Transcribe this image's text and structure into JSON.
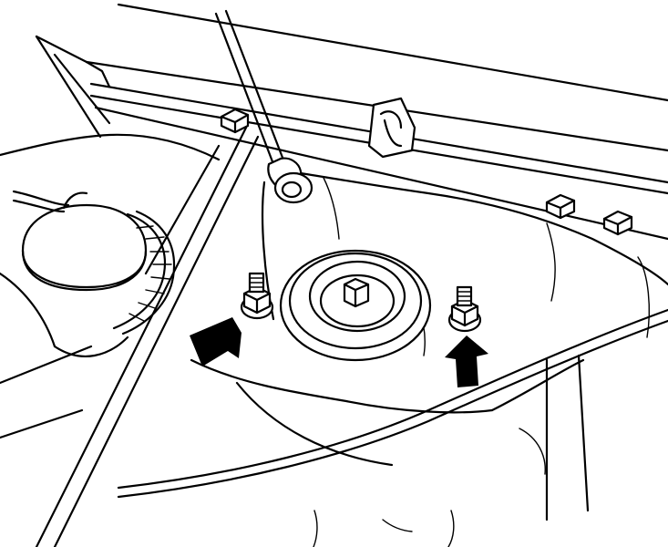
{
  "figure": {
    "style": "black-and-white line drawing",
    "colors": {
      "ink": "#000000",
      "paper": "#ffffff"
    },
    "components": [
      "rear-shelf-panel",
      "strut-top-mount",
      "mounting-nut-left",
      "mounting-nut-right",
      "arrow-left",
      "arrow-right",
      "support-rod",
      "reservoir-cap",
      "wire-harness",
      "clip-bracket",
      "flange-bolts",
      "brake-cable"
    ]
  }
}
